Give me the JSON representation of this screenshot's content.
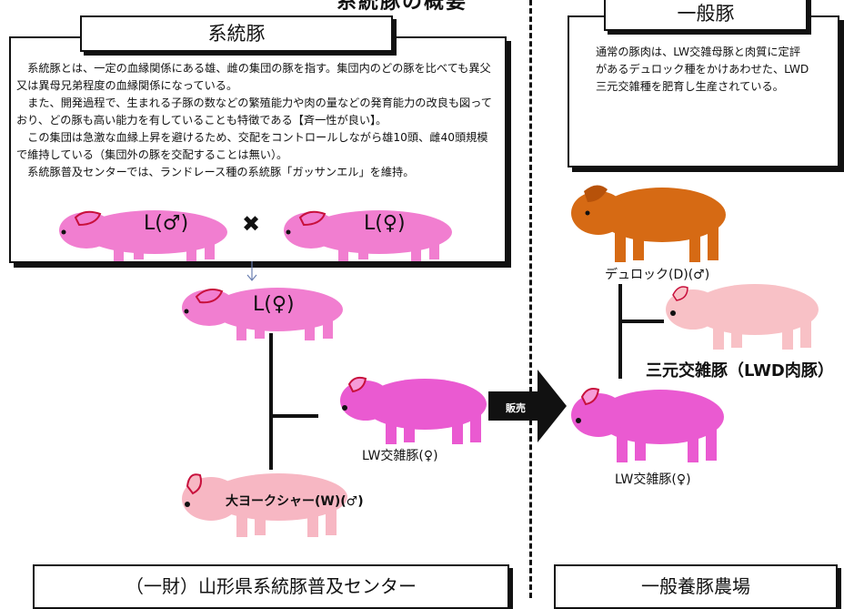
{
  "header": {
    "title": "系統豚の概要"
  },
  "left": {
    "title": "系統豚",
    "description": [
      "　系統豚とは、一定の血縁関係にある雄、雌の集団の豚を指す。集団内のどの豚を比べても異父又は異母兄弟程度の血縁関係になっている。",
      "　また、開発過程で、生まれる子豚の数などの繁殖能力や肉の量などの発育能力の改良も図っており、どの豚も高い能力を有していることも特徴である【斉一性が良い】。",
      "　この集団は急激な血縁上昇を避けるため、交配をコントロールしながら雄10頭、雌40頭規模で維持している（集団外の豚を交配することは無い）。",
      "　系統豚普及センターでは、ランドレース種の系統豚「ガッサンエル」を維持。"
    ],
    "pigs": {
      "l_male": "L(♂)",
      "cross": "✖",
      "l_female": "L(♀)",
      "l_female_offspring": "L(♀)",
      "lw_cross": "LW交雑豚(♀)",
      "yorkshire": "大ヨークシャー(W)(♂)"
    },
    "footer": "（一財）山形県系統豚普及センター"
  },
  "arrow": {
    "label": "販売"
  },
  "right": {
    "title": "一般豚",
    "description": "通常の豚肉は、LW交雑母豚と肉質に定評があるデュロック種をかけあわせた、LWD三元交雑種を肥育し生産されている。",
    "pigs": {
      "duroc": "デュロック(D)(♂)",
      "lwd": "三元交雑豚（LWD肉豚）",
      "lw_cross": "LW交雑豚(♀)"
    },
    "footer": "一般養豚農場"
  },
  "colors": {
    "landrace": "#f17ed0",
    "lw": "#ea5ad1",
    "yorkshire": "#f7b7c3",
    "duroc": "#d66a14",
    "lwd": "#f8c1c6",
    "ear_outline": "#c8103c"
  }
}
